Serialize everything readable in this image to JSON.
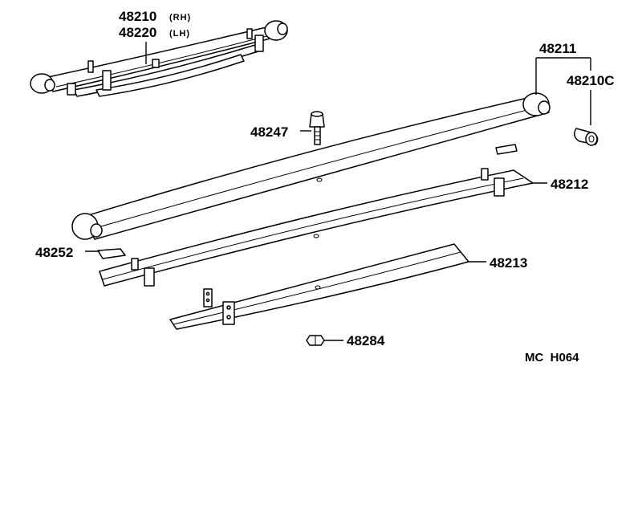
{
  "labels": {
    "spring_assy_rh": "48210",
    "spring_assy_rh_side": "(RH)",
    "spring_assy_lh": "48220",
    "spring_assy_lh_side": "(LH)",
    "main_leaf": "48211",
    "bushing": "48210C",
    "center_bolt": "48247",
    "leaf_no2": "48212",
    "insulator": "48252",
    "leaf_no3": "48213",
    "nut": "48284"
  },
  "figure_code": "MC  H064"
}
